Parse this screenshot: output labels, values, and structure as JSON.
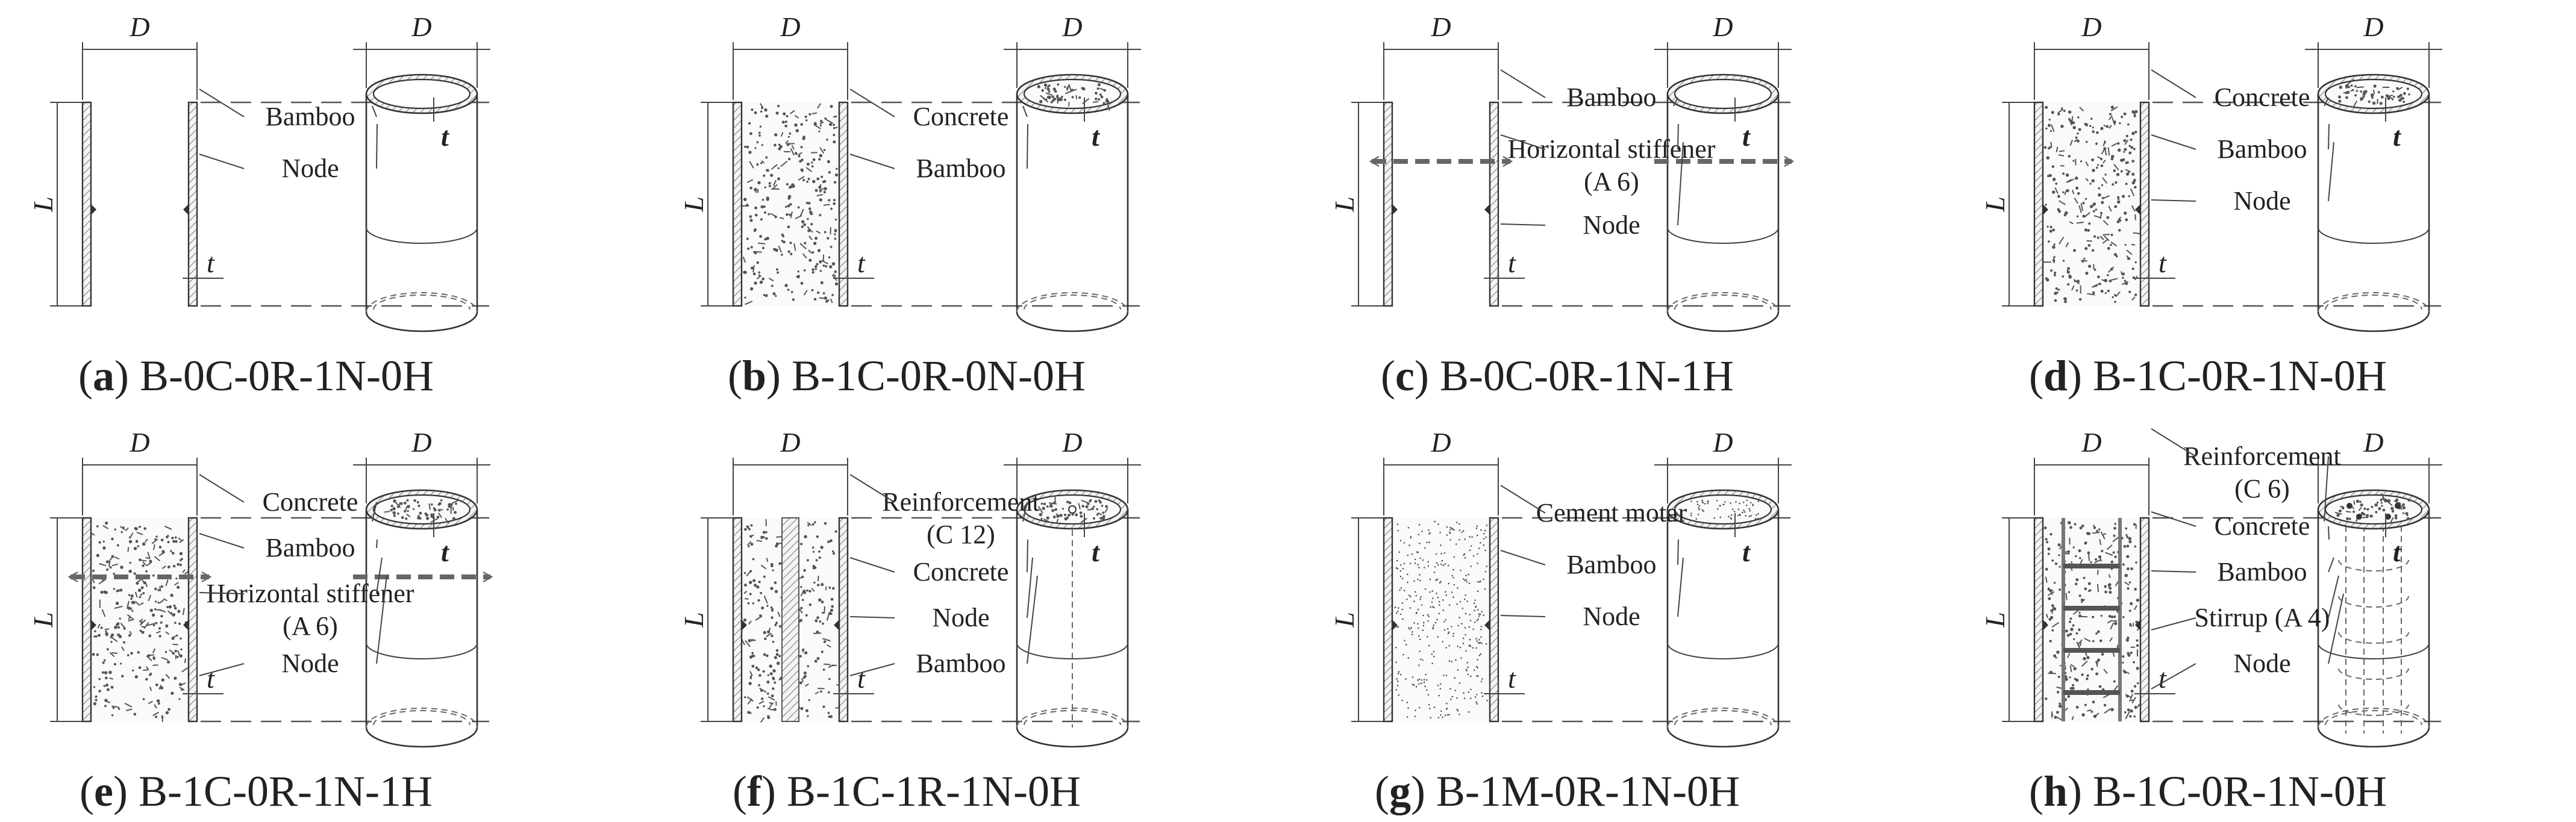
{
  "dimension_labels": {
    "diameter": "D",
    "length": "L",
    "thickness": "t"
  },
  "panels": [
    {
      "id": "a",
      "letter": "a",
      "code": "B-0C-0R-1N-0H",
      "fill": "none",
      "has_node": true,
      "has_stiffener": false,
      "rebar": "none",
      "callouts": [
        {
          "label": "Bamboo",
          "sub": ""
        },
        {
          "label": "Node",
          "sub": ""
        }
      ]
    },
    {
      "id": "b",
      "letter": "b",
      "code": "B-1C-0R-0N-0H",
      "fill": "concrete",
      "has_node": false,
      "has_stiffener": false,
      "rebar": "none",
      "callouts": [
        {
          "label": "Concrete",
          "sub": ""
        },
        {
          "label": "Bamboo",
          "sub": ""
        }
      ]
    },
    {
      "id": "c",
      "letter": "c",
      "code": "B-0C-0R-1N-1H",
      "fill": "none",
      "has_node": true,
      "has_stiffener": true,
      "rebar": "none",
      "callouts": [
        {
          "label": "Bamboo",
          "sub": ""
        },
        {
          "label": "Horizontal stiffener",
          "sub": "(A 6)"
        },
        {
          "label": "Node",
          "sub": ""
        }
      ]
    },
    {
      "id": "d",
      "letter": "d",
      "code": "B-1C-0R-1N-0H",
      "fill": "concrete",
      "has_node": true,
      "has_stiffener": false,
      "rebar": "none",
      "callouts": [
        {
          "label": "Concrete",
          "sub": ""
        },
        {
          "label": "Bamboo",
          "sub": ""
        },
        {
          "label": "Node",
          "sub": ""
        }
      ]
    },
    {
      "id": "e",
      "letter": "e",
      "code": "B-1C-0R-1N-1H",
      "fill": "concrete",
      "has_node": true,
      "has_stiffener": true,
      "rebar": "none",
      "callouts": [
        {
          "label": "Concrete",
          "sub": ""
        },
        {
          "label": "Bamboo",
          "sub": ""
        },
        {
          "label": "Horizontal stiffener",
          "sub": "(A 6)"
        },
        {
          "label": "Node",
          "sub": ""
        }
      ]
    },
    {
      "id": "f",
      "letter": "f",
      "code": "B-1C-1R-1N-0H",
      "fill": "concrete",
      "has_node": true,
      "has_stiffener": false,
      "rebar": "single",
      "callouts": [
        {
          "label": "Reinforcement",
          "sub": "(C 12)"
        },
        {
          "label": "Concrete",
          "sub": ""
        },
        {
          "label": "Node",
          "sub": ""
        },
        {
          "label": "Bamboo",
          "sub": ""
        }
      ]
    },
    {
      "id": "g",
      "letter": "g",
      "code": "B-1M-0R-1N-0H",
      "fill": "mortar",
      "has_node": true,
      "has_stiffener": false,
      "rebar": "none",
      "callouts": [
        {
          "label": "Cement motar",
          "sub": ""
        },
        {
          "label": "Bamboo",
          "sub": ""
        },
        {
          "label": "Node",
          "sub": ""
        }
      ]
    },
    {
      "id": "h",
      "letter": "h",
      "code": "B-1C-0R-1N-0H",
      "fill": "concrete",
      "has_node": true,
      "has_stiffener": false,
      "rebar": "cage",
      "callouts": [
        {
          "label": "Reinforcement",
          "sub": "(C 6)"
        },
        {
          "label": "Concrete",
          "sub": ""
        },
        {
          "label": "Bamboo",
          "sub": ""
        },
        {
          "label": "Stirrup (A 4)",
          "sub": ""
        },
        {
          "label": "Node",
          "sub": ""
        }
      ]
    }
  ]
}
